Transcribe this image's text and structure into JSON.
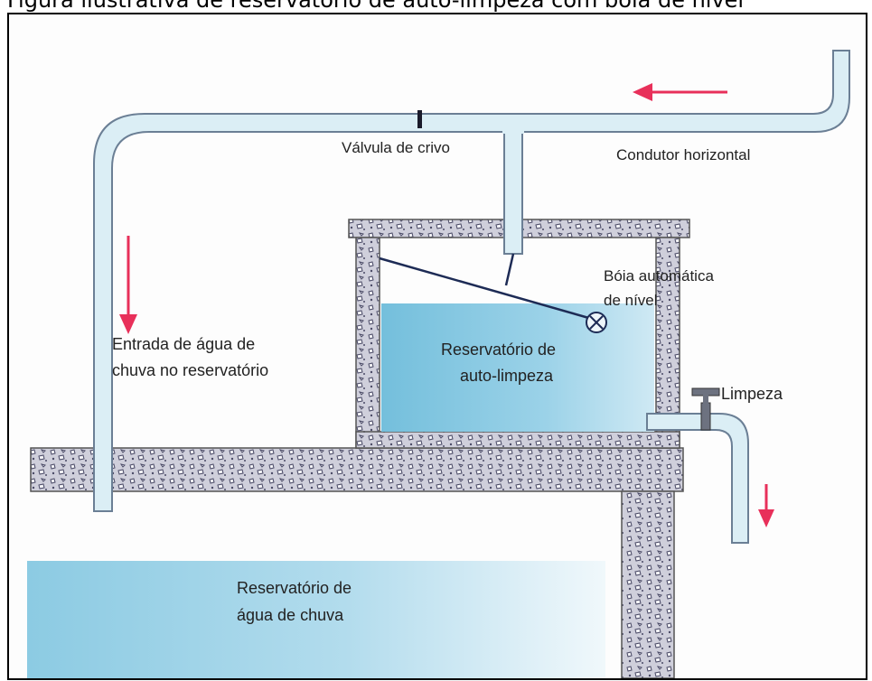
{
  "caption": "Figura ilustrativa de reservatório de auto-limpeza com boia de nível",
  "labels": {
    "valve": "Válvula de crivo",
    "horizontal_conductor": "Condutor horizontal",
    "float_line1": "Bóia automática",
    "float_line2": "de nível",
    "inlet_line1": "Entrada de água de",
    "inlet_line2": "chuva no reservatório",
    "selfclean_line1": "Reservatório de",
    "selfclean_line2": "auto-limpeza",
    "cleaning": "Limpeza",
    "rain_line1": "Reservatório de",
    "rain_line2": "água de chuva"
  },
  "colors": {
    "pipe_fill": "#d9ecf3",
    "pipe_stroke": "#6b7f95",
    "water": "#7ec3df",
    "arrow": "#e8305a",
    "concrete": "#c9c9d6",
    "aggregate": "#4a4a66"
  },
  "icons": [
    "arrow-left-icon",
    "arrow-down-icon",
    "float-valve-icon",
    "tap-icon"
  ]
}
